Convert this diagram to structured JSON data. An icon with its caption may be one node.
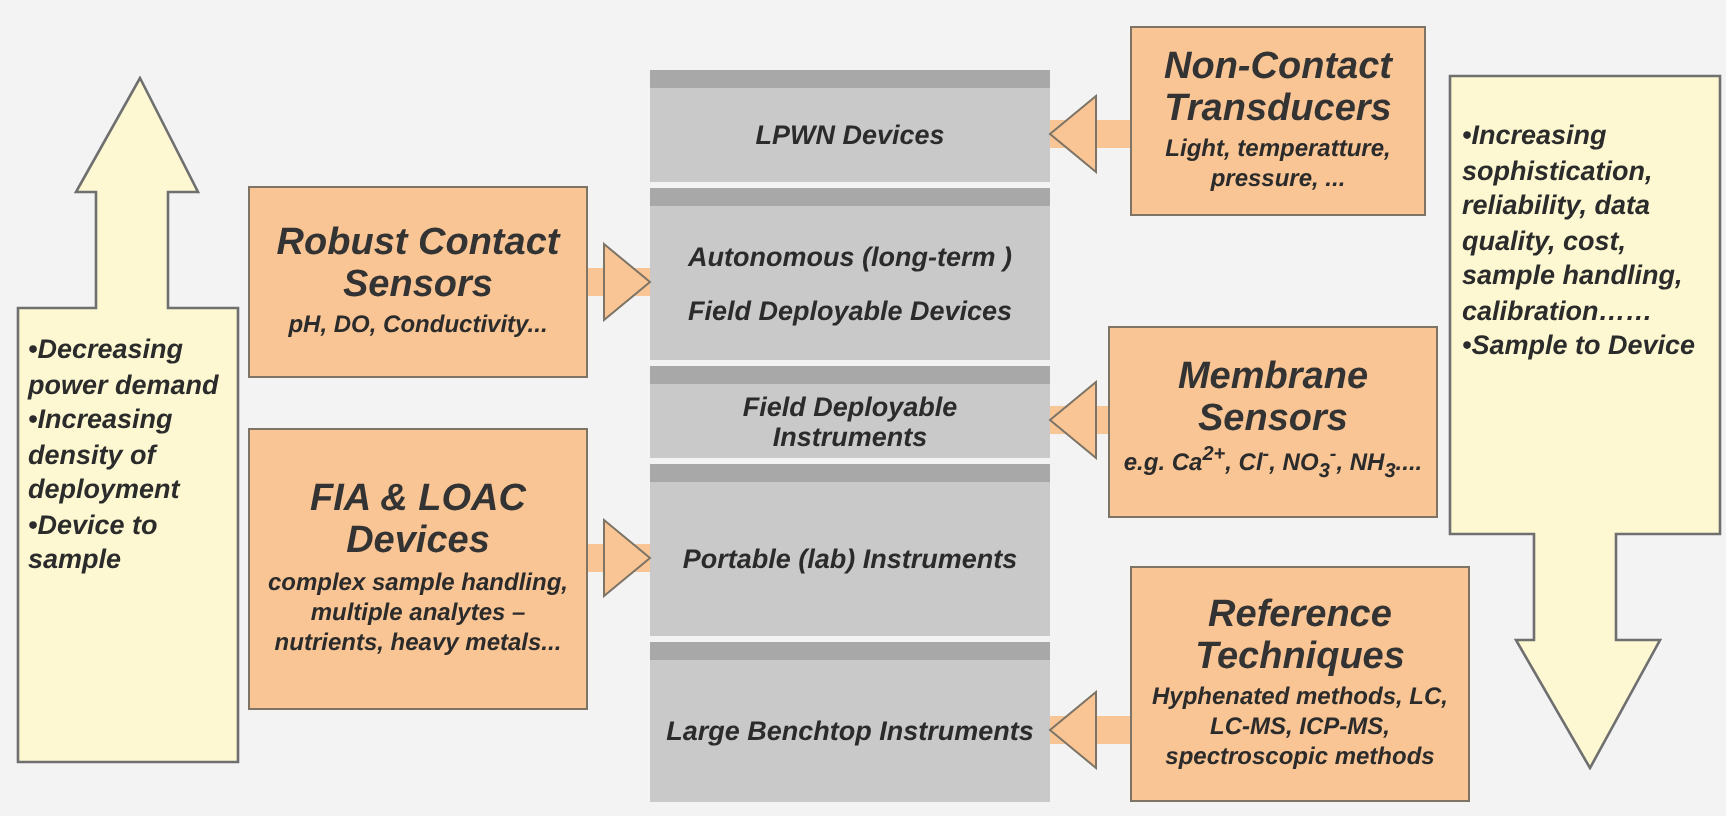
{
  "diagram": {
    "nodes": [
      {
        "text": [
          "LPWN Devices"
        ]
      },
      {
        "text": [
          "Autonomous (long-term ) Field Deployable Devices"
        ]
      },
      {
        "text": [
          "Field Deployable Instruments"
        ]
      },
      {
        "text": [
          "Portable (lab) Instruments"
        ]
      },
      {
        "text": [
          "Large Benchtop Instruments"
        ]
      },
      {
        "text": [
          "Non-Contact Transducers",
          "Light, temperatture, pressure, ..."
        ]
      },
      {
        "text": [
          "Robust Contact Sensors",
          "pH, DO, Conductivity..."
        ]
      },
      {
        "text": [
          "Membrane Sensors",
          "e.g. Ca$^{2+}$, Cl$^{-}$, NO$_{3}$$^{-}$, NH$_{3}$...."
        ]
      },
      {
        "text": [
          "FIA & LOAC Devices",
          "complex sample handling, multiple analytes – nutrients, heavy metals..."
        ]
      },
      {
        "text": [
          "Reference Techniques",
          "Hyphenated methods, LC, LC-MS, ICP-MS, spectroscopic methods"
        ]
      },
      {
        "text": [
          "•Decreasing power demand",
          "•Increasing density of deployment",
          "•Device to sample"
        ]
      },
      {
        "text": [
          "•Increasing sophistication, reliability, data quality, cost, sample handling, calibration……",
          "•Sample to Device"
        ]
      }
    ],
    "edges": [
      {
        "from": 5,
        "to": 0,
        "arrow": "to"
      },
      {
        "from": 6,
        "to": 1,
        "arrow": "to"
      },
      {
        "from": 7,
        "to": 2,
        "arrow": "to"
      },
      {
        "from": 8,
        "to": 3,
        "arrow": "to"
      },
      {
        "from": 9,
        "to": 4,
        "arrow": "to"
      }
    ]
  }
}
